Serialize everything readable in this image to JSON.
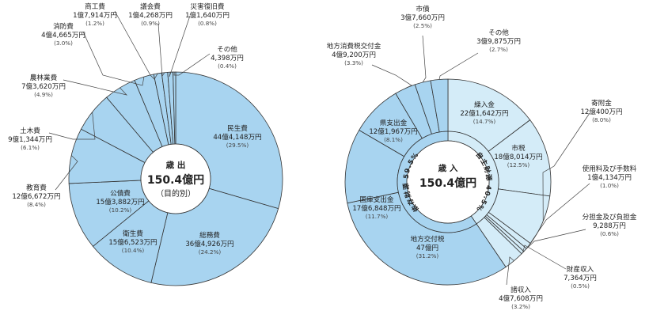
{
  "chart_data": [
    {
      "type": "pie",
      "center": {
        "title": "歳 出",
        "total": "150.4億円",
        "subtitle": "（目的別）"
      },
      "slices": [
        {
          "name": "民生費",
          "amount": "44億4,148万円",
          "pct": "(29.5%)",
          "value": 29.5
        },
        {
          "name": "総務費",
          "amount": "36億4,926万円",
          "pct": "(24.2%)",
          "value": 24.2
        },
        {
          "name": "衛生費",
          "amount": "15億6,523万円",
          "pct": "(10.4%)",
          "value": 10.4
        },
        {
          "name": "公債費",
          "amount": "15億3,882万円",
          "pct": "(10.2%)",
          "value": 10.2
        },
        {
          "name": "教育費",
          "amount": "12億6,672万円",
          "pct": "(8.4%)",
          "value": 8.4
        },
        {
          "name": "土木費",
          "amount": "9億1,344万円",
          "pct": "(6.1%)",
          "value": 6.1
        },
        {
          "name": "農林業費",
          "amount": "7億3,620万円",
          "pct": "(4.9%)",
          "value": 4.9
        },
        {
          "name": "消防費",
          "amount": "4億4,665万円",
          "pct": "(3.0%)",
          "value": 3.0
        },
        {
          "name": "商工費",
          "amount": "1億7,914万円",
          "pct": "(1.2%)",
          "value": 1.2
        },
        {
          "name": "議会費",
          "amount": "1億4,268万円",
          "pct": "(0.9%)",
          "value": 0.9
        },
        {
          "name": "災害復旧費",
          "amount": "1億1,640万円",
          "pct": "(0.8%)",
          "value": 0.8
        },
        {
          "name": "その他",
          "amount": "4,398万円",
          "pct": "(0.4%)",
          "value": 0.4
        }
      ]
    },
    {
      "type": "pie",
      "center": {
        "title": "歳 入",
        "total": "150.4億円"
      },
      "ring": {
        "own": "自主財源 40.5%",
        "dependent": "依存財源 59.5%"
      },
      "slices": [
        {
          "name": "繰入金",
          "amount": "22億1,642万円",
          "pct": "(14.7%)",
          "value": 14.7,
          "group": "own"
        },
        {
          "name": "市税",
          "amount": "18億8,014万円",
          "pct": "(12.5%)",
          "value": 12.5,
          "group": "own"
        },
        {
          "name": "寄附金",
          "amount": "12億400万円",
          "pct": "(8.0%)",
          "value": 8.0,
          "group": "own"
        },
        {
          "name": "使用料及び手数料",
          "amount": "1億4,134万円",
          "pct": "(1.0%)",
          "value": 1.0,
          "group": "own"
        },
        {
          "name": "分担金及び負担金",
          "amount": "9,288万円",
          "pct": "(0.6%)",
          "value": 0.6,
          "group": "own"
        },
        {
          "name": "財産収入",
          "amount": "7,364万円",
          "pct": "(0.5%)",
          "value": 0.5,
          "group": "own"
        },
        {
          "name": "諸収入",
          "amount": "4億7,608万円",
          "pct": "(3.2%)",
          "value": 3.2,
          "group": "own"
        },
        {
          "name": "地方交付税",
          "amount": "47億円",
          "pct": "(31.2%)",
          "value": 31.2,
          "group": "dependent"
        },
        {
          "name": "国庫支出金",
          "amount": "17億6,848万円",
          "pct": "(11.7%)",
          "value": 11.7,
          "group": "dependent"
        },
        {
          "name": "県支出金",
          "amount": "12億1,967万円",
          "pct": "(8.1%)",
          "value": 8.1,
          "group": "dependent"
        },
        {
          "name": "地方消費税交付金",
          "amount": "4億9,200万円",
          "pct": "(3.3%)",
          "value": 3.3,
          "group": "dependent"
        },
        {
          "name": "市債",
          "amount": "3億7,660万円",
          "pct": "(2.5%)",
          "value": 2.5,
          "group": "dependent"
        },
        {
          "name": "その他",
          "amount": "3億9,875万円",
          "pct": "(2.7%)",
          "value": 2.7,
          "group": "dependent"
        }
      ]
    }
  ],
  "colors": {
    "left_fill": "#a8d4f0",
    "own_fill": "#d4ecf8",
    "dep_fill": "#a8d4f0",
    "stroke": "#333333",
    "leader": "#444444"
  }
}
